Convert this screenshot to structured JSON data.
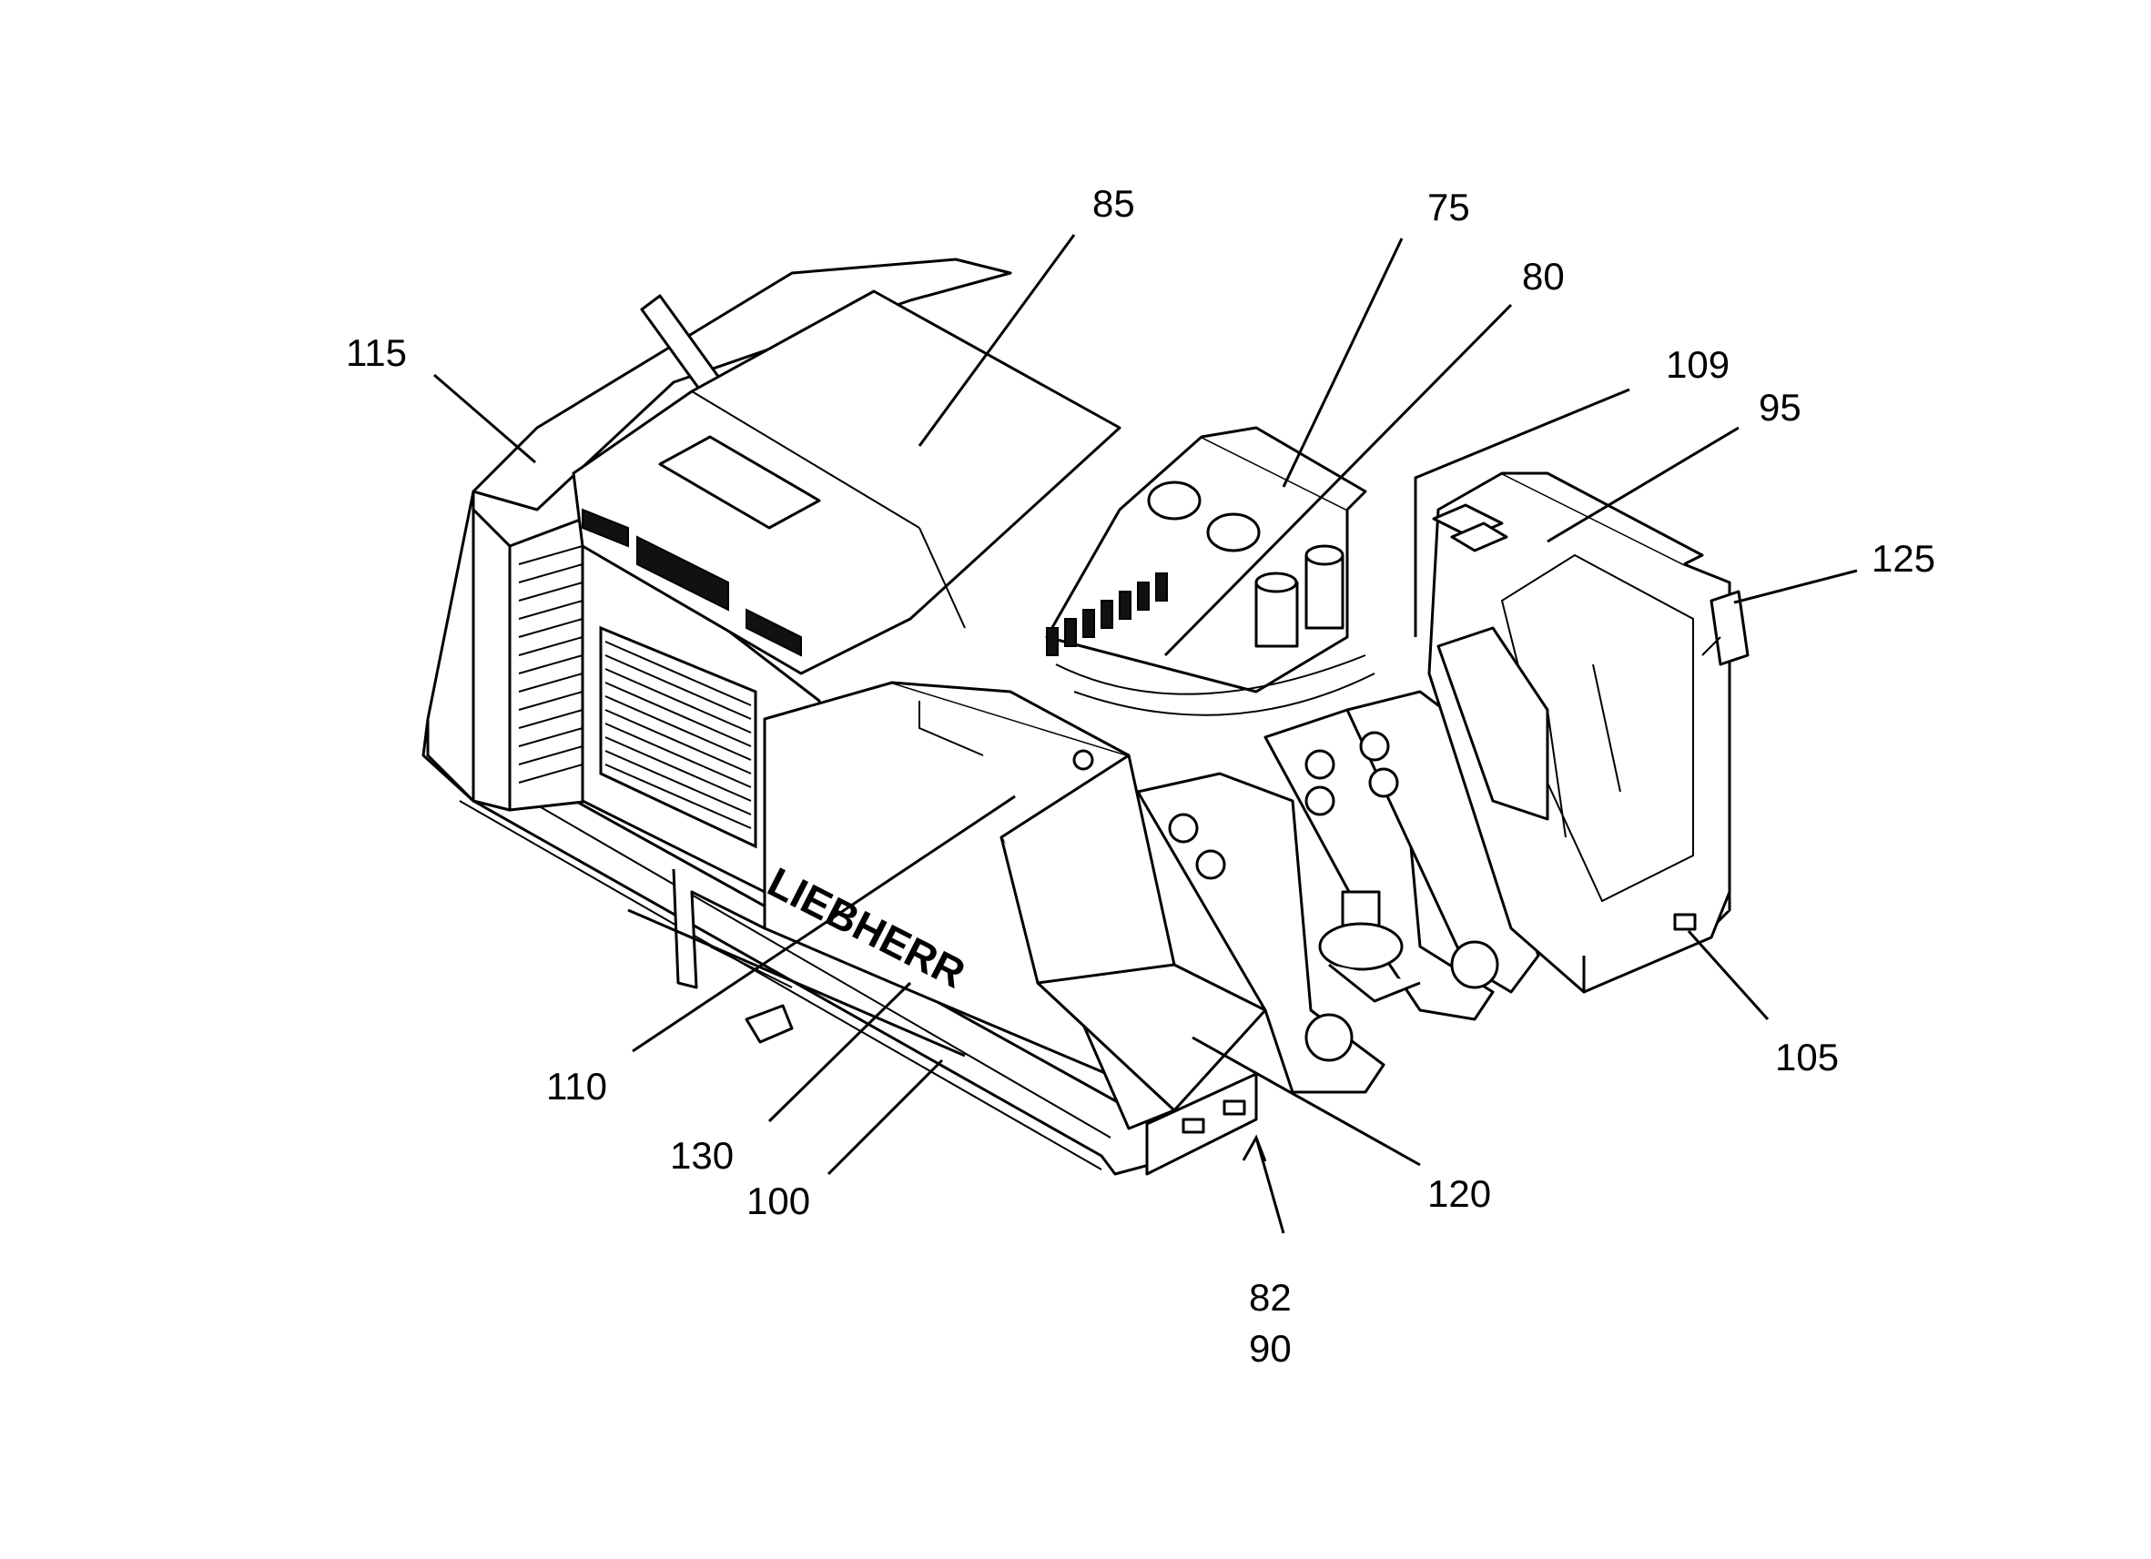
{
  "figure": {
    "brand_mark": "LIEBHERR",
    "reference_numerals": [
      {
        "id": "85",
        "text": "85"
      },
      {
        "id": "75",
        "text": "75"
      },
      {
        "id": "80",
        "text": "80"
      },
      {
        "id": "115",
        "text": "115"
      },
      {
        "id": "109",
        "text": "109"
      },
      {
        "id": "95",
        "text": "95"
      },
      {
        "id": "125",
        "text": "125"
      },
      {
        "id": "105",
        "text": "105"
      },
      {
        "id": "110",
        "text": "110"
      },
      {
        "id": "130",
        "text": "130"
      },
      {
        "id": "100",
        "text": "100"
      },
      {
        "id": "120",
        "text": "120"
      },
      {
        "id": "82",
        "text": "82"
      },
      {
        "id": "90",
        "text": "90"
      }
    ]
  }
}
